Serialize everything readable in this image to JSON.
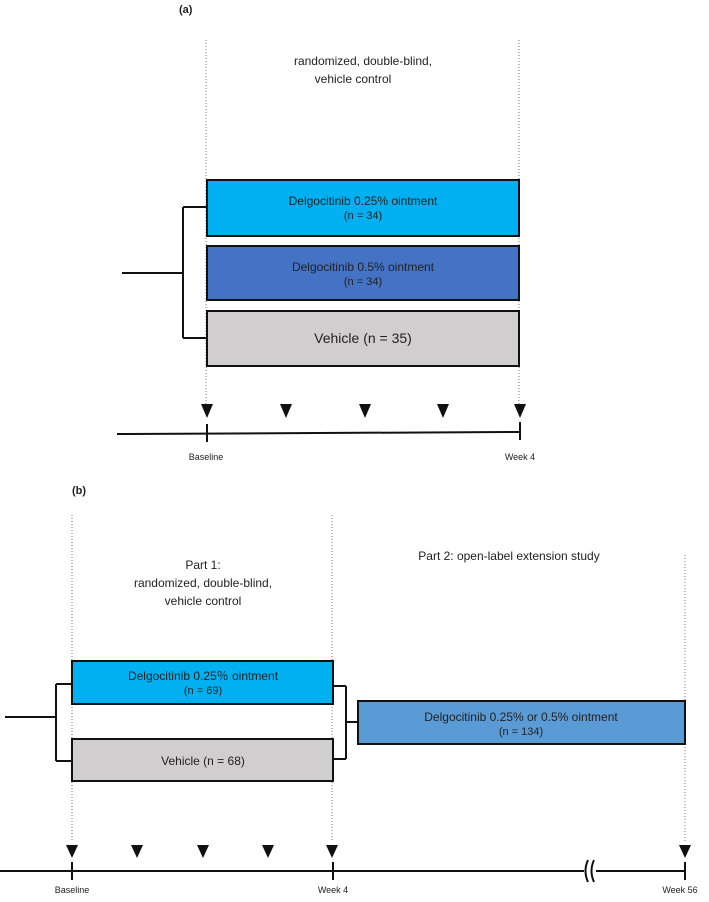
{
  "panel_a": {
    "label": "(a)",
    "heading": [
      "randomized, double-blind,",
      "vehicle control"
    ],
    "arms": [
      {
        "line1": "Delgocitinib 0.25% ointment",
        "line2": "(n = 34)",
        "color": "#00b0f0"
      },
      {
        "line1": "Delgocitinib 0.5% ointment",
        "line2": "(n = 34)",
        "color": "#4472c4"
      },
      {
        "line1": "Vehicle (n = 35)",
        "line2": "",
        "color": "#d0cece"
      }
    ],
    "timeline": {
      "start_label": "Baseline",
      "end_label": "Week 4"
    }
  },
  "panel_b": {
    "label": "(b)",
    "part1_heading": [
      "Part 1:",
      "randomized, double-blind,",
      "vehicle control"
    ],
    "part2_heading": "Part 2: open-label extension study",
    "part1_arms": [
      {
        "line1": "Delgocitinib 0.25％ ointment",
        "line2": "(n = 69)",
        "color": "#00b0f0"
      },
      {
        "line1": "Vehicle (n = 68)",
        "line2": "",
        "color": "#d0cece"
      }
    ],
    "part2_arm": {
      "line1": "Delgocitinib 0.25% or 0.5% ointment",
      "line2": "(n = 134)",
      "color": "#5b9bd5"
    },
    "timeline": {
      "start_label": "Baseline",
      "mid_label": "Week 4",
      "end_label": "Week 56",
      "break_symbol": "≈"
    }
  }
}
